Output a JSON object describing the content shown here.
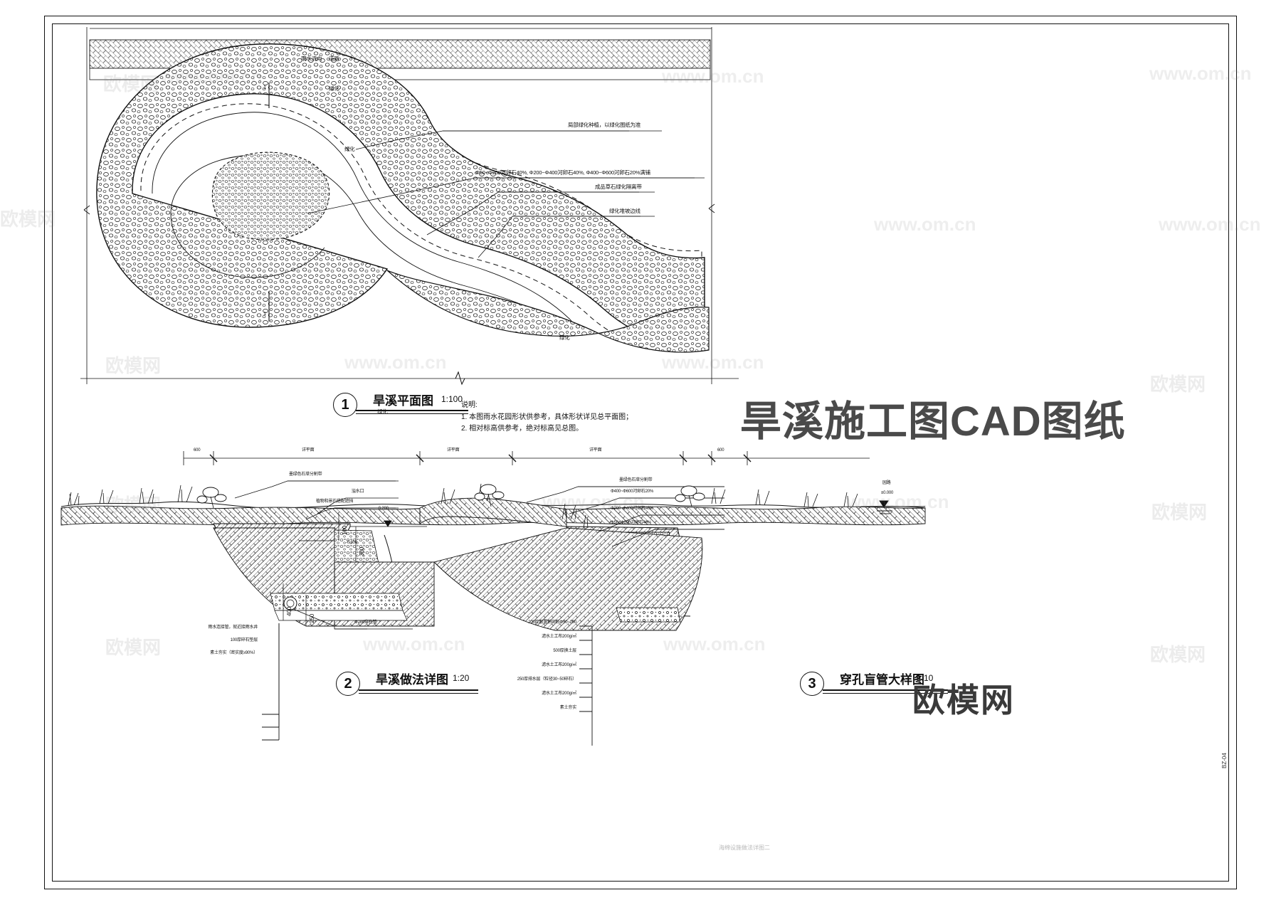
{
  "document": {
    "big_title": "旱溪施工图CAD图纸",
    "watermark_brand": "欧模网",
    "watermark_url": "www.om.cn",
    "sheet_code": "BZ-04",
    "footer_note": "海绵设施做法详图二"
  },
  "plan_view": {
    "caption_number": "1",
    "caption_title": "旱溪平面图",
    "caption_scale": "1:100",
    "section_marks": [
      "1",
      "1"
    ],
    "top_labels": {
      "water_flow": "雨水流向",
      "road": "道路"
    },
    "green_labels": [
      "绿化",
      "绿化",
      "绿化",
      "绿化"
    ],
    "callouts": [
      "局部绿化种植，以绿化图纸为准",
      "Φ50~Φ200河卵石40%,  Φ200~Φ400河卵石40%,  Φ400~Φ600河卵石20%满铺",
      "成品草石绿化隔离带",
      "绿化堆坡边线"
    ],
    "notes_title": "说明:",
    "notes": [
      "1. 本图雨水花园形状供参考，具体形状详见总平面图；",
      "2. 相对标高供参考，绝对标高见总图。"
    ]
  },
  "section_view": {
    "caption_number": "2",
    "caption_title": "旱溪做法详图",
    "caption_scale": "1:20",
    "dimensions": {
      "left_edge": "600",
      "right_edge": "600",
      "detail_plan_1": "详平面",
      "detail_plan_2": "详平面",
      "detail_plan_3": "详平面",
      "depth_100": "100",
      "depth_300": "300",
      "depth_400": "400",
      "depth_250": "250",
      "depth_500": "500"
    },
    "elevations": {
      "road_label": "园路",
      "road_level": "±0.000",
      "water_level": "-0.200",
      "invert_300": "-0.300"
    },
    "left_callouts": [
      "墨绿色石草分割带",
      "溢水口",
      "植物和景石搭配遮挡"
    ],
    "right_callouts": [
      "墨绿色石草分割带",
      "Φ400~Φ600河卵石20%",
      "Φ200~Φ400河卵石40%",
      "Φ50~Φ200河卵石40%"
    ],
    "bottom_left_callouts": [
      "雨水连接管，就近接雨水井",
      "100厚碎石垫层",
      "素土夯实（密实度≥90%）"
    ],
    "pipe_callout": "Φ200穿孔管",
    "layer_callouts": [
      "200厚散置鹅卵石Φ50~200",
      "滤水土工布200g/㎡",
      "500厚换土层",
      "滤水土工布200g/㎡",
      "250厚排水层（粒径30~50碎石）",
      "滤水土工布200g/㎡",
      "素土夯实"
    ]
  },
  "pipe_detail": {
    "caption_number": "3",
    "caption_title": "穿孔盲管大样图",
    "caption_scale": "1:10"
  },
  "colors": {
    "line": "#111111",
    "title_text": "#4a4a4a",
    "watermark": "rgba(120,120,120,0.13)"
  }
}
